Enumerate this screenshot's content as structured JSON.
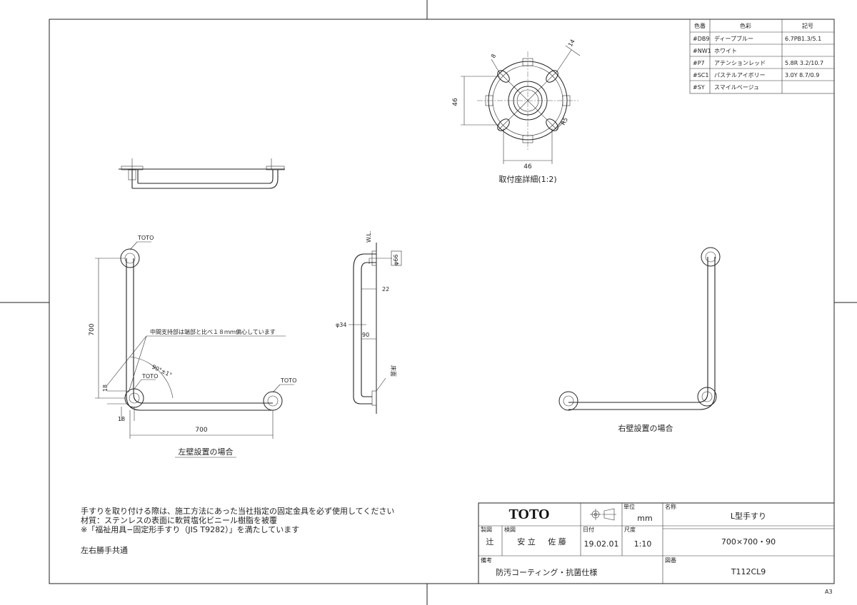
{
  "color_table": {
    "headers": [
      "色番",
      "色彩",
      "記号"
    ],
    "rows": [
      [
        "#DB9",
        "ディープブルー",
        "6.7PB1.3/5.1"
      ],
      [
        "#NW1",
        "ホワイト",
        ""
      ],
      [
        "#P7",
        "アテンションレッド",
        "5.8R 3.2/10.7"
      ],
      [
        "#SC1",
        "パステルアイボリー",
        "3.0Y 8.7/0.9"
      ],
      [
        "#SY",
        "スマイルベージュ",
        ""
      ]
    ]
  },
  "detail": {
    "caption": "取付座詳細(1:2)",
    "dim_width": "46",
    "dim_height": "46",
    "dim_hole": "8",
    "dim_slot": "14",
    "dim_r": "R5"
  },
  "left_view": {
    "caption": "左壁設置の場合",
    "brand_top": "TOTO",
    "brand_corner": "TOTO",
    "brand_right": "TOTO",
    "dim_vertical": "700",
    "dim_horizontal": "700",
    "dim_offset_v": "18",
    "dim_offset_h": "18",
    "angle": "90°±1°",
    "note": "中間支持部は端部と比べ１８ｍｍ偏心しています"
  },
  "side_view": {
    "label_wl": "W.L.",
    "dim_base": "φ66",
    "dim_22": "22",
    "dim_pipe": "φ34",
    "dim_90": "90",
    "label_floor": "床面"
  },
  "right_view": {
    "caption": "右壁設置の場合"
  },
  "notes": [
    "手すりを取り付ける際は、施工方法にあった当社指定の固定金具を必ず使用してください",
    "材質：ステンレスの表面に軟質塩化ビニール樹脂を被覆",
    "※「福祉用具−固定形手すり（JIS T9282）」を満たしています"
  ],
  "note_common": "左右勝手共通",
  "title_block": {
    "brand": "TOTO",
    "unit_label": "単位",
    "unit": "mm",
    "name_label": "名称",
    "name": "L型手すり",
    "drawn_label": "製図",
    "drawn_by": "辻",
    "checked_label": "検図",
    "checked_1": "安 立",
    "checked_2": "佐 藤",
    "date_label": "日付",
    "date": "19.02.01",
    "scale_label": "尺度",
    "scale": "1:10",
    "size": "700×700・90",
    "remarks_label": "備考",
    "remarks": "防汚コーティング・抗菌仕様",
    "drawing_no_label": "図番",
    "drawing_no": "T112CL9"
  },
  "sheet_size": "A3"
}
